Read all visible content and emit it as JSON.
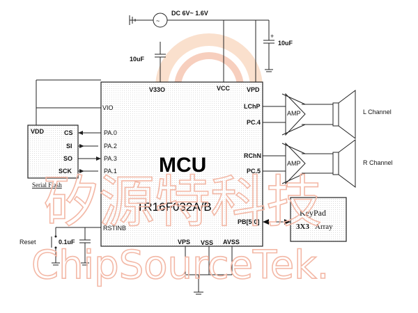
{
  "power": {
    "label": "DC 6V~ 1.6V"
  },
  "capacitors": {
    "v33o": "10uF",
    "vpd": "10uF",
    "reset": "0.1uF"
  },
  "mcu": {
    "title": "MCU",
    "part": "TR16F032A/B",
    "pins_top": [
      "V33O",
      "VCC",
      "VPD"
    ],
    "pins_left": [
      "VIO",
      "PA.0",
      "PA.2",
      "PA.3",
      "PA.1",
      "RSTINB"
    ],
    "pins_right": [
      "LChP",
      "PC.4",
      "RChN",
      "PC.5",
      "PB[5:0]"
    ],
    "pins_bottom": [
      "VPS",
      "VSS",
      "AVSS"
    ]
  },
  "flash": {
    "caption": "Serial Flash",
    "vdd": "VDD",
    "pins": [
      "CS",
      "SI",
      "SO",
      "SCK"
    ]
  },
  "amps": {
    "left": "AMP",
    "right": "AMP"
  },
  "channels": {
    "left": "L Channel",
    "right": "R Channel"
  },
  "keypad": {
    "line1": "KeyPad",
    "line2_bold": "3X3",
    "line2_rest": "Array"
  },
  "reset": {
    "label": "Reset"
  },
  "watermark": {
    "cn": "矽源特科技",
    "en": "ChipSourceTek."
  }
}
